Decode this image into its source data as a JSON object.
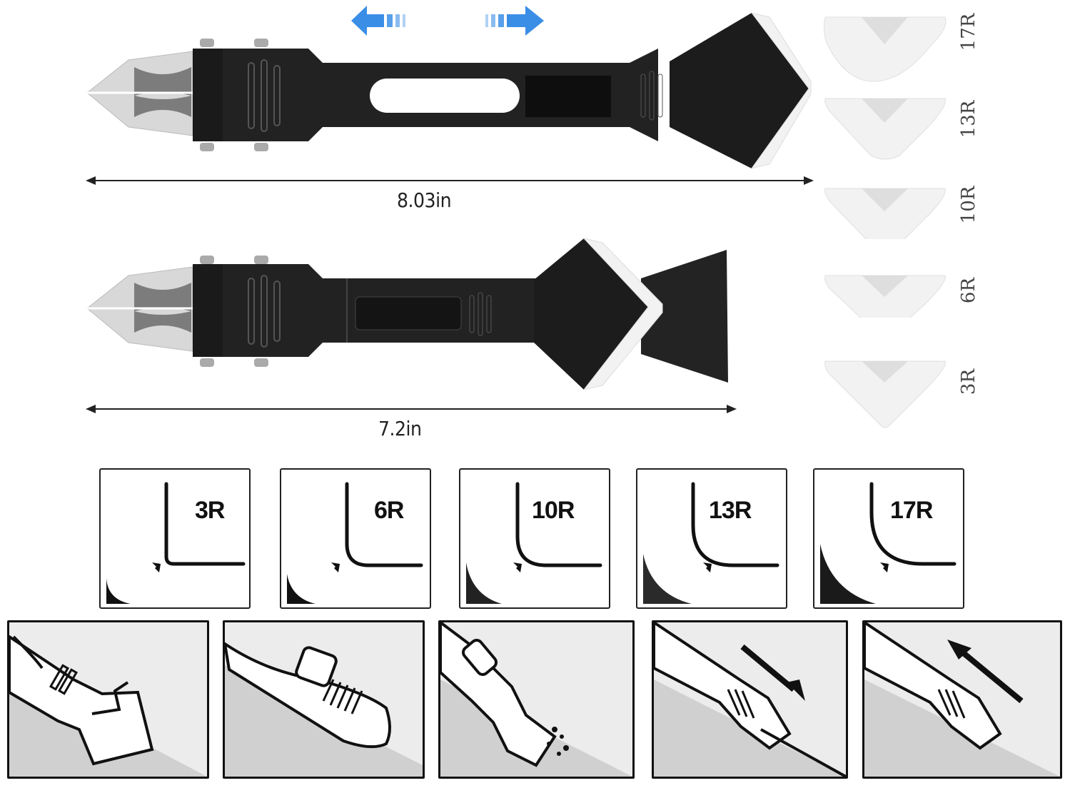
{
  "arrows": {
    "color": "#3a8ee6",
    "left": "arrow-left-icon",
    "right": "arrow-right-icon"
  },
  "tools": [
    {
      "name": "extended-tool",
      "length_label": "8.03in"
    },
    {
      "name": "retracted-tool",
      "length_label": "7.2in"
    }
  ],
  "tips": [
    {
      "label": "17R"
    },
    {
      "label": "13R"
    },
    {
      "label": "10R"
    },
    {
      "label": "6R"
    },
    {
      "label": "3R"
    }
  ],
  "radius_diagrams": [
    {
      "label": "3R",
      "radius": 8
    },
    {
      "label": "6R",
      "radius": 30
    },
    {
      "label": "10R",
      "radius": 40
    },
    {
      "label": "13R",
      "radius": 55
    },
    {
      "label": "17R",
      "radius": 70
    }
  ],
  "usage_steps": [
    {
      "step": 1,
      "description": "scraper-corner-application"
    },
    {
      "step": 2,
      "description": "finger-grip-press"
    },
    {
      "step": 3,
      "description": "scraper-removing-caulk"
    },
    {
      "step": 4,
      "description": "push-forward-direction"
    },
    {
      "step": 5,
      "description": "pull-back-direction"
    }
  ]
}
